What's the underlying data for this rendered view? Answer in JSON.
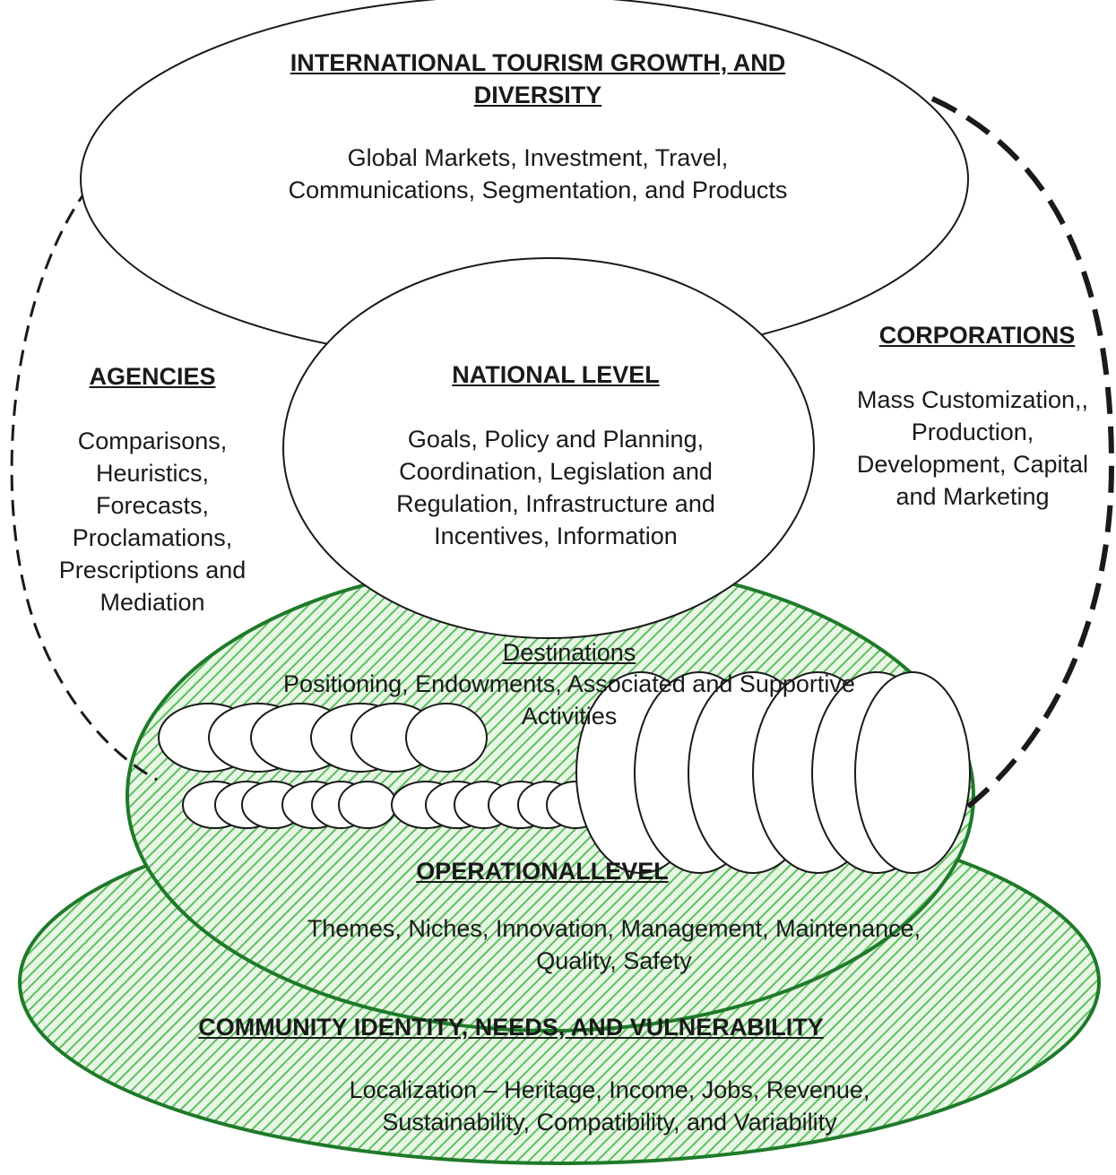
{
  "international": {
    "title_lines": [
      "INTERNATIONAL TOURISM  GROWTH, AND",
      "DIVERSITY"
    ],
    "body_lines": [
      "Global Markets, Investment, Travel,",
      "Communications, Segmentation, and Products"
    ]
  },
  "agencies": {
    "title": "AGENCIES",
    "body_lines": [
      "Comparisons,",
      "Heuristics,",
      "Forecasts,",
      "Proclamations,",
      "Prescriptions and",
      "Mediation"
    ]
  },
  "corporations": {
    "title": "CORPORATIONS",
    "body_lines": [
      "Mass Customization,,",
      "Production,",
      "Development, Capital",
      "and Marketing"
    ]
  },
  "national": {
    "title": "NATIONAL LEVEL",
    "body_lines": [
      "Goals, Policy and Planning,",
      "Coordination, Legislation and",
      "Regulation, Infrastructure and",
      "Incentives, Information"
    ]
  },
  "destinations": {
    "title": "Destinations",
    "body_lines": [
      "Positioning, Endowments, Associated and Supportive",
      "Activities"
    ]
  },
  "operational": {
    "title": "OPERATIONALLEVEL",
    "body_lines": [
      "Themes, Niches, Innovation, Management, Maintenance,",
      "Quality, Safety"
    ]
  },
  "community": {
    "title": "COMMUNITY IDENTITY, NEEDS, AND VULNERABILITY",
    "body_lines": [
      "Localization – Heritage, Income, Jobs, Revenue,",
      "Sustainability, Compatibility, and Variability"
    ]
  },
  "colors": {
    "fill": "#79c97b",
    "stroke": "#1f7a2a",
    "ink": "#1a1a1a"
  }
}
